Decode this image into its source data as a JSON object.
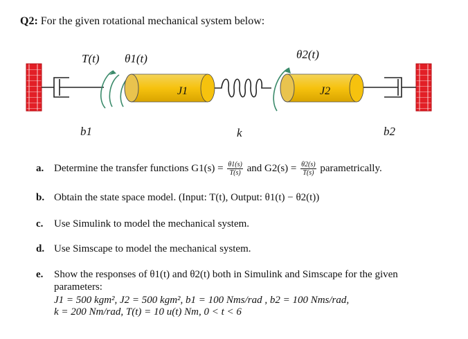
{
  "question": {
    "label": "Q2:",
    "text": "For the given rotational mechanical system below:"
  },
  "diagram": {
    "torque_label": "T(t)",
    "theta1_label": "θ1(t)",
    "theta2_label": "θ2(t)",
    "j1_label": "J1",
    "j2_label": "J2",
    "b1_label": "b1",
    "b2_label": "b2",
    "k_label": "k",
    "colors": {
      "wall": "#e21f26",
      "cylinder": "#f5c518",
      "spring": "#111111"
    }
  },
  "items": {
    "a": {
      "label": "a.",
      "pre": "Determine the transfer functions G1(s) =",
      "frac1_num": "θ1(s)",
      "frac1_den": "T(s)",
      "mid": "and G2(s) =",
      "frac2_num": "θ2(s)",
      "frac2_den": "T(s)",
      "post": "parametrically."
    },
    "b": {
      "label": "b.",
      "text": "Obtain the state space model. (Input: T(t), Output: θ1(t) − θ2(t))"
    },
    "c": {
      "label": "c.",
      "text": "Use Simulink to model the mechanical system."
    },
    "d": {
      "label": "d.",
      "text": "Use Simscape to model the mechanical system."
    },
    "e": {
      "label": "e.",
      "line1": "Show the responses of θ1(t) and θ2(t) both in Simulink and Simscape for the given",
      "line2": "parameters:",
      "line3": "J1 = 500 kgm², J2 = 500 kgm², b1 = 100 Nms/rad , b2 = 100 Nms/rad,",
      "line4": "k = 200 Nm/rad, T(t) = 10 u(t) Nm, 0 < t < 6"
    }
  }
}
